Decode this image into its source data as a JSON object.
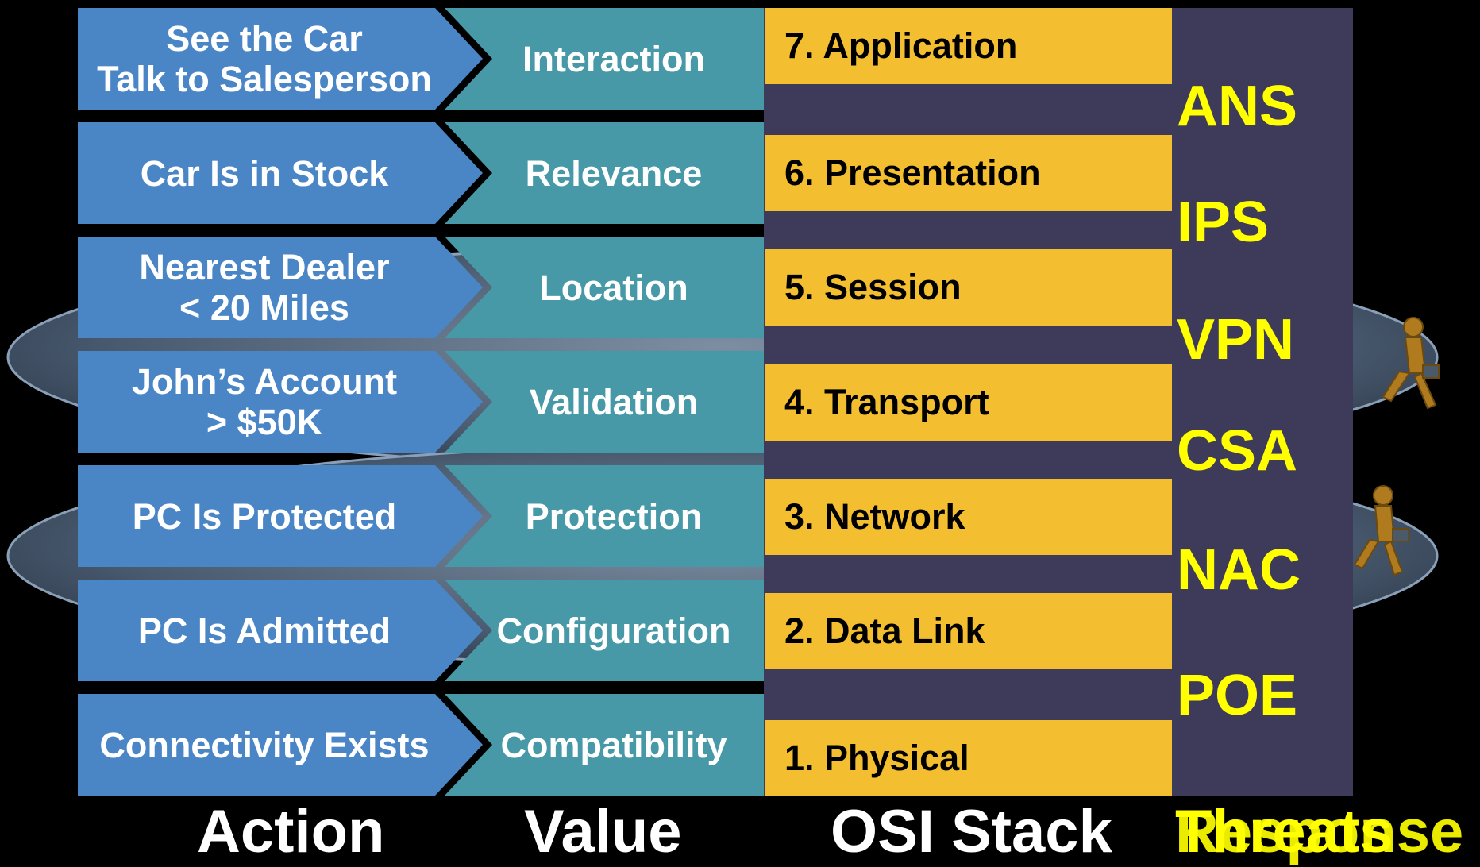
{
  "rows": [
    {
      "action": "See the Car\nTalk to Salesperson",
      "value": "Interaction",
      "osi": "7. Application"
    },
    {
      "action": "Car Is in Stock",
      "value": "Relevance",
      "osi": "6. Presentation"
    },
    {
      "action": "Nearest Dealer\n< 20 Miles",
      "value": "Location",
      "osi": "5. Session"
    },
    {
      "action": "John’s Account\n> $50K",
      "value": "Validation",
      "osi": "4. Transport"
    },
    {
      "action": "PC Is Protected",
      "value": "Protection",
      "osi": "3. Network"
    },
    {
      "action": "PC Is Admitted",
      "value": "Configuration",
      "osi": "2. Data Link"
    },
    {
      "action": "Connectivity Exists",
      "value": "Compatibility",
      "osi": "1. Physical"
    }
  ],
  "responses": [
    "ANS",
    "IPS",
    "VPN",
    "CSA",
    "NAC",
    "POE"
  ],
  "footer": {
    "action": "Action",
    "value": "Value",
    "osi": "OSI Stack",
    "threats": "Threats",
    "response": "Response"
  },
  "colors": {
    "action_arrow": "#4a86c6",
    "value_arrow": "#4799a8",
    "osi_band": "#f3be2f",
    "osi_panel": "#3e3a5a",
    "response_text": "#ffff00",
    "label_text": "#ffffff"
  }
}
